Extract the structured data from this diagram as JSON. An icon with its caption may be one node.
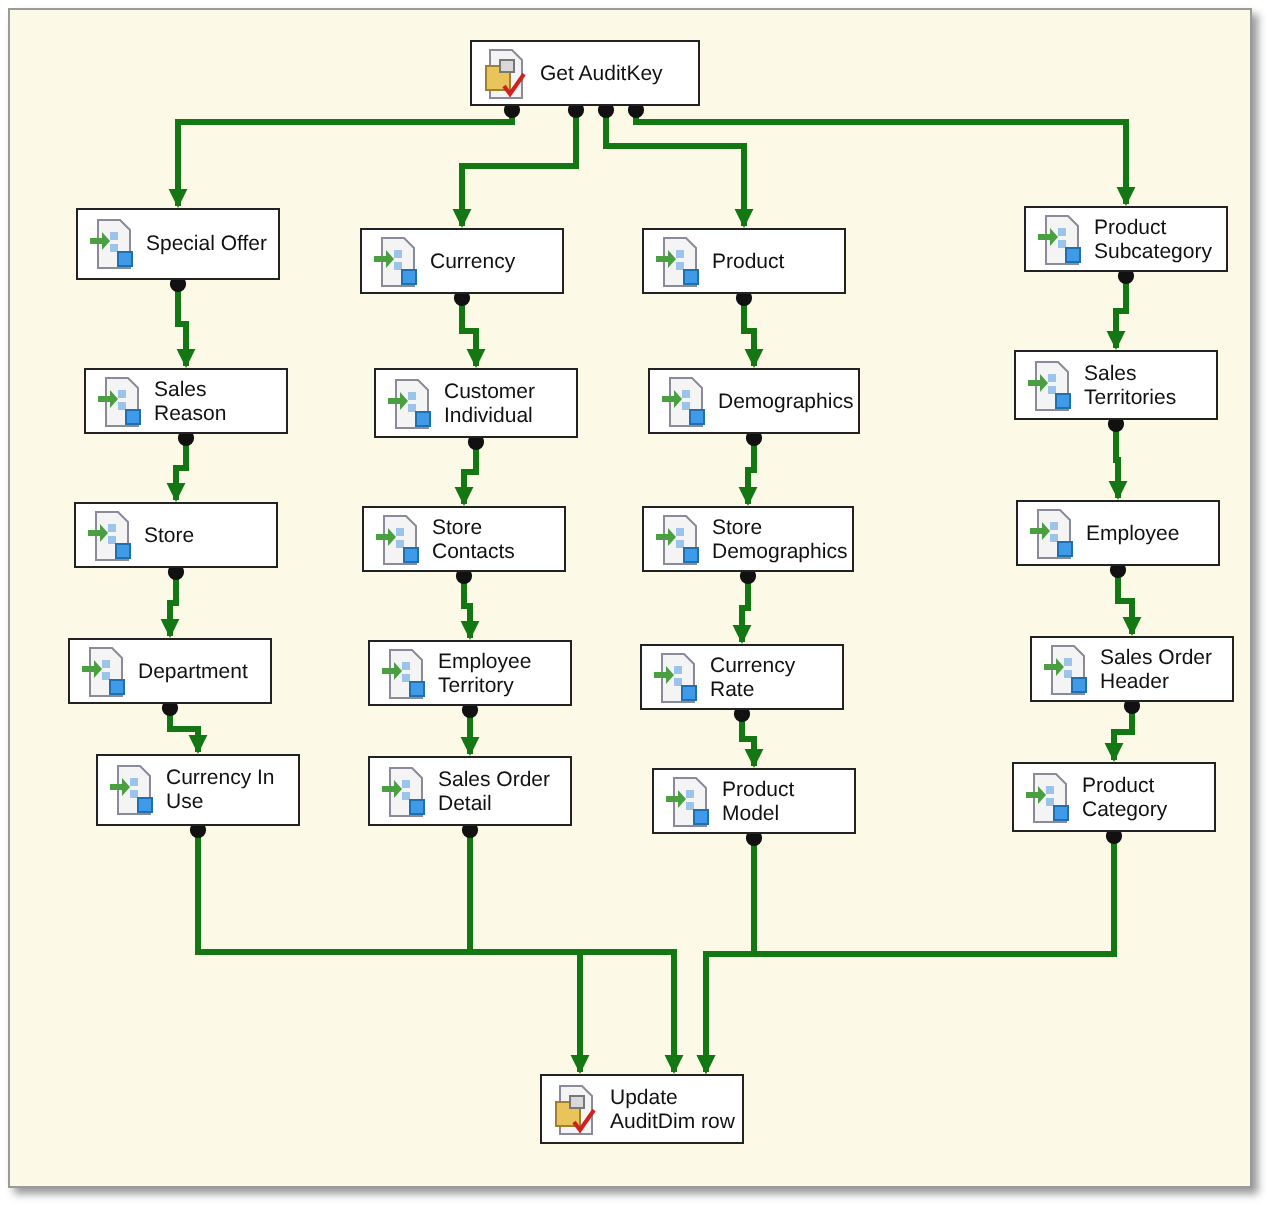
{
  "diagram": {
    "nodes": [
      {
        "text": [
          "Get AuditKey"
        ]
      },
      {
        "text": [
          "Special Offer"
        ]
      },
      {
        "text": [
          "Sales Reason"
        ]
      },
      {
        "text": [
          "Store"
        ]
      },
      {
        "text": [
          "Department"
        ]
      },
      {
        "text": [
          "Currency In Use"
        ]
      },
      {
        "text": [
          "Currency"
        ]
      },
      {
        "text": [
          "Customer Individual"
        ]
      },
      {
        "text": [
          "Store Contacts"
        ]
      },
      {
        "text": [
          "Employee Territory"
        ]
      },
      {
        "text": [
          "Sales Order Detail"
        ]
      },
      {
        "text": [
          "Product"
        ]
      },
      {
        "text": [
          "Demographics"
        ]
      },
      {
        "text": [
          "Store Demographics"
        ]
      },
      {
        "text": [
          "Currency Rate"
        ]
      },
      {
        "text": [
          "Product Model"
        ]
      },
      {
        "text": [
          "Product Subcategory"
        ]
      },
      {
        "text": [
          "Sales Territories"
        ]
      },
      {
        "text": [
          "Employee"
        ]
      },
      {
        "text": [
          "Sales Order Header"
        ]
      },
      {
        "text": [
          "Product Category"
        ]
      },
      {
        "text": [
          "Update AuditDim row"
        ]
      }
    ],
    "edges": [
      {
        "from": 0,
        "to": 1,
        "arrow": "to"
      },
      {
        "from": 0,
        "to": 6,
        "arrow": "to"
      },
      {
        "from": 0,
        "to": 11,
        "arrow": "to"
      },
      {
        "from": 0,
        "to": 16,
        "arrow": "to"
      },
      {
        "from": 1,
        "to": 2,
        "arrow": "to"
      },
      {
        "from": 2,
        "to": 3,
        "arrow": "to"
      },
      {
        "from": 3,
        "to": 4,
        "arrow": "to"
      },
      {
        "from": 4,
        "to": 5,
        "arrow": "to"
      },
      {
        "from": 6,
        "to": 7,
        "arrow": "to"
      },
      {
        "from": 7,
        "to": 8,
        "arrow": "to"
      },
      {
        "from": 8,
        "to": 9,
        "arrow": "to"
      },
      {
        "from": 9,
        "to": 10,
        "arrow": "to"
      },
      {
        "from": 11,
        "to": 12,
        "arrow": "to"
      },
      {
        "from": 12,
        "to": 13,
        "arrow": "to"
      },
      {
        "from": 13,
        "to": 14,
        "arrow": "to"
      },
      {
        "from": 14,
        "to": 15,
        "arrow": "to"
      },
      {
        "from": 16,
        "to": 17,
        "arrow": "to"
      },
      {
        "from": 17,
        "to": 18,
        "arrow": "to"
      },
      {
        "from": 18,
        "to": 19,
        "arrow": "to"
      },
      {
        "from": 19,
        "to": 20,
        "arrow": "to"
      },
      {
        "from": 5,
        "to": 21,
        "arrow": "to"
      },
      {
        "from": 10,
        "to": 21,
        "arrow": "to"
      },
      {
        "from": 15,
        "to": 21,
        "arrow": "to"
      },
      {
        "from": 20,
        "to": 21,
        "arrow": "to"
      }
    ]
  }
}
